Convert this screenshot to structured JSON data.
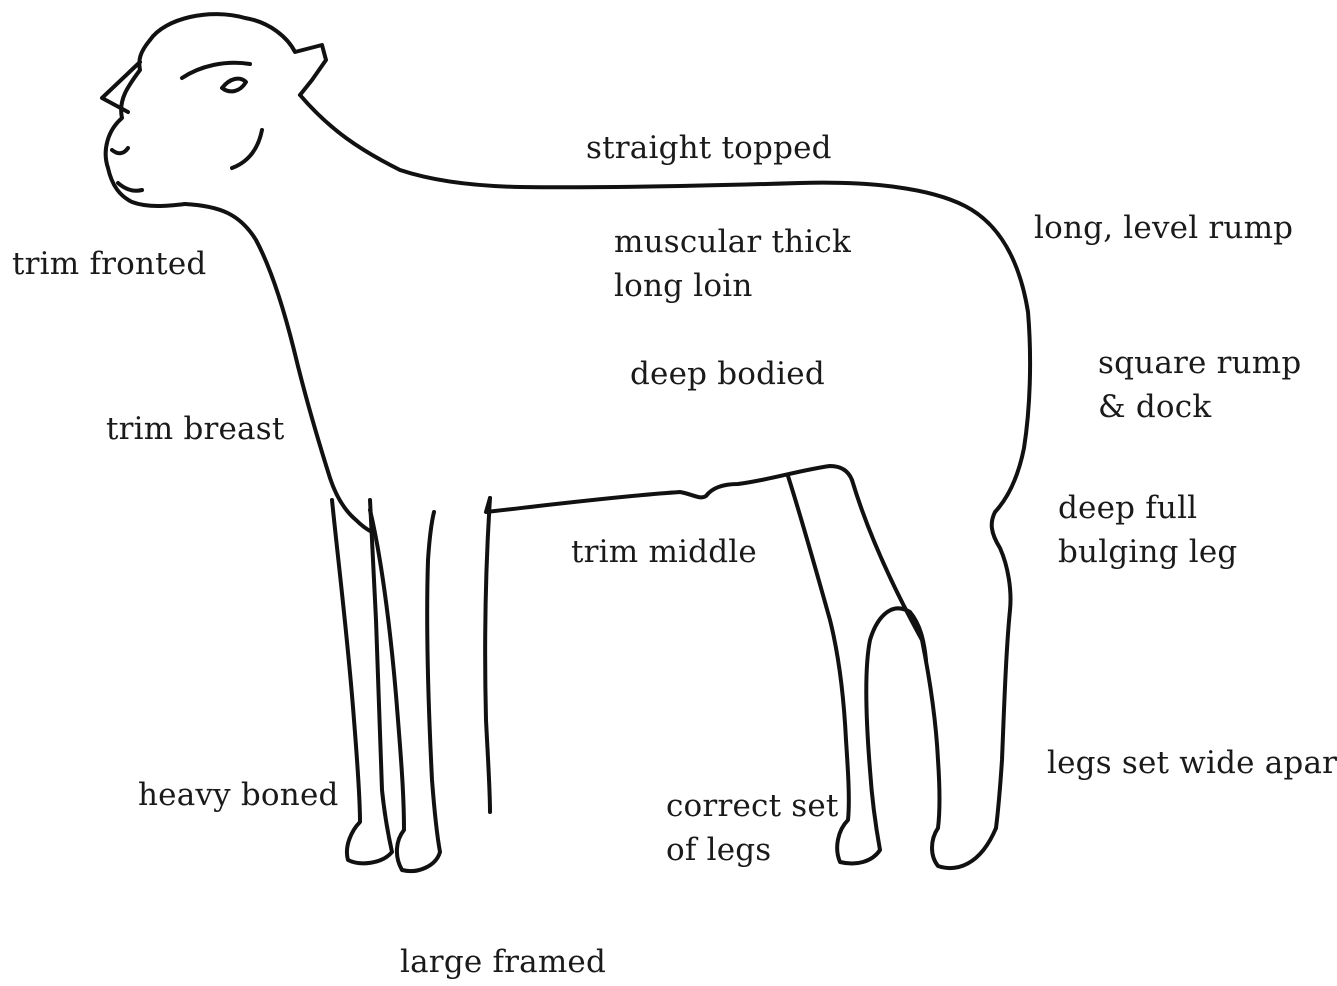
{
  "diagram": {
    "image": {
      "icon": "sheep-outline-icon",
      "stroke_color": "#111111"
    },
    "labels": {
      "straight_topped": "straight topped",
      "long_level_rump": "long, level rump",
      "muscular_thick": "muscular thick",
      "long_loin": "long loin",
      "trim_fronted": "trim fronted",
      "square_rump": "square rump",
      "and_dock": "& dock",
      "deep_bodied": "deep bodied",
      "trim_breast": "trim breast",
      "deep_full": "deep full",
      "bulging_leg": "bulging leg",
      "trim_middle": "trim middle",
      "legs_set_wide_apart": "legs set wide apart",
      "heavy_boned": "heavy boned",
      "correct_set": "correct set",
      "of_legs": "of legs",
      "large_framed": "large framed"
    }
  }
}
